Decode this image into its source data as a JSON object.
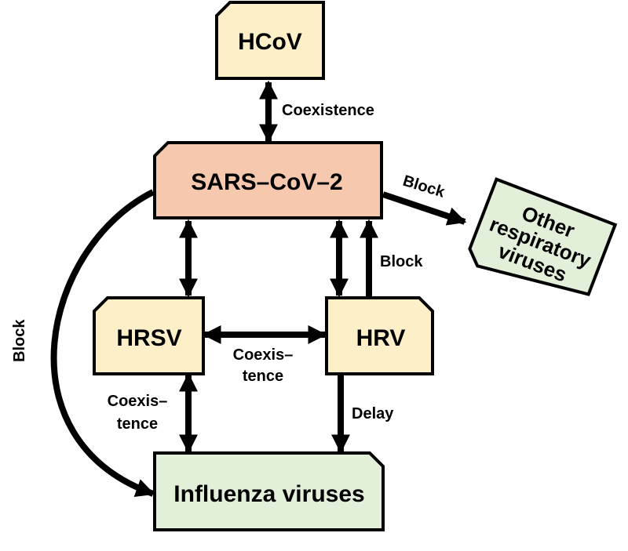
{
  "nodes": {
    "hcov": {
      "label": "HCoV",
      "fill": "#fdefc8"
    },
    "sars": {
      "label": "SARS–CoV–2",
      "fill": "#f6c8ad"
    },
    "hrsv": {
      "label": "HRSV",
      "fill": "#fdefc8"
    },
    "hrv": {
      "label": "HRV",
      "fill": "#fdefc8"
    },
    "influenza": {
      "label": "Influenza viruses",
      "fill": "#e2efd9"
    },
    "other": {
      "lines": [
        "Other",
        "respiratory",
        "viruses"
      ],
      "fill": "#e2efd9"
    }
  },
  "edges": {
    "hcov_sars": "Coexistence",
    "sars_other": "Block",
    "hrv_sars": "Block",
    "sars_influenza": "Block",
    "hrsv_hrv": [
      "Coexis–",
      "tence"
    ],
    "hrsv_influenza": [
      "Coexis–",
      "tence"
    ],
    "hrv_influenza": "Delay"
  },
  "colors": {
    "stroke": "#000000"
  }
}
